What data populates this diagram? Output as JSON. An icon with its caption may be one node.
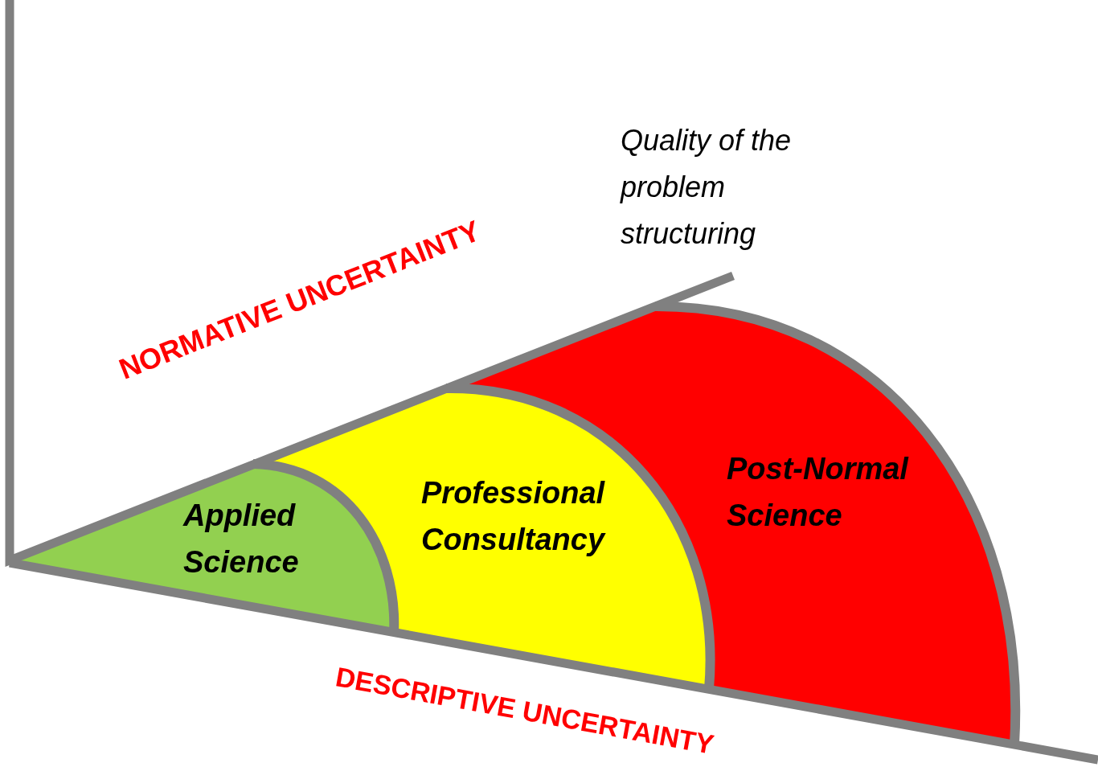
{
  "diagram": {
    "nodes": [
      {
        "text": [
          "Applied Science"
        ]
      },
      {
        "text": [
          "Professional Consultancy"
        ]
      },
      {
        "text": [
          "Post-Normal Science"
        ]
      }
    ],
    "labels": [
      "Quality of the problem structuring",
      "NORMATIVE UNCERTAINTY",
      "DESCRIPTIVE UNCERTAINTY"
    ]
  }
}
